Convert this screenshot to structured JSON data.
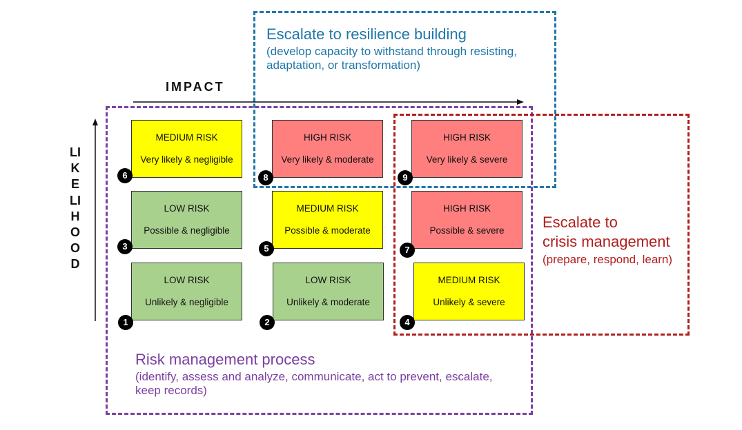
{
  "axes": {
    "impact_label": "IMPACT",
    "likelihood_label": "LIKELIHOOD"
  },
  "cells": [
    {
      "level": "MEDIUM RISK",
      "desc": "Very likely & negligible",
      "number": "6",
      "color": "#ffff00"
    },
    {
      "level": "HIGH RISK",
      "desc": "Very likely & moderate",
      "number": "8",
      "color": "#ff7f7f"
    },
    {
      "level": "HIGH RISK",
      "desc": "Very likely & severe",
      "number": "9",
      "color": "#ff7f7f"
    },
    {
      "level": "LOW RISK",
      "desc": "Possible & negligible",
      "number": "3",
      "color": "#a9d18e"
    },
    {
      "level": "MEDIUM RISK",
      "desc": "Possible & moderate",
      "number": "5",
      "color": "#ffff00"
    },
    {
      "level": "HIGH RISK",
      "desc": "Possible & severe",
      "number": "7",
      "color": "#ff7f7f"
    },
    {
      "level": "LOW RISK",
      "desc": "Unlikely & negligible",
      "number": "1",
      "color": "#a9d18e"
    },
    {
      "level": "LOW RISK",
      "desc": "Unlikely & moderate",
      "number": "2",
      "color": "#a9d18e"
    },
    {
      "level": "MEDIUM RISK",
      "desc": "Unlikely & severe",
      "number": "4",
      "color": "#ffff00"
    }
  ],
  "regions": {
    "resilience": {
      "title": "Escalate to resilience building",
      "subtitle": "(develop capacity to withstand through resisting, adaptation, or transformation)",
      "color": "#1f77a8"
    },
    "risk_management": {
      "title": "Risk management process",
      "subtitle": "(identify, assess and analyze, communicate, act to prevent, escalate, keep records)",
      "color": "#7b3fa0"
    },
    "crisis": {
      "title_line1": "Escalate to",
      "title_line2": "crisis management",
      "subtitle": "(prepare, respond, learn)",
      "color": "#b01e1e"
    }
  }
}
